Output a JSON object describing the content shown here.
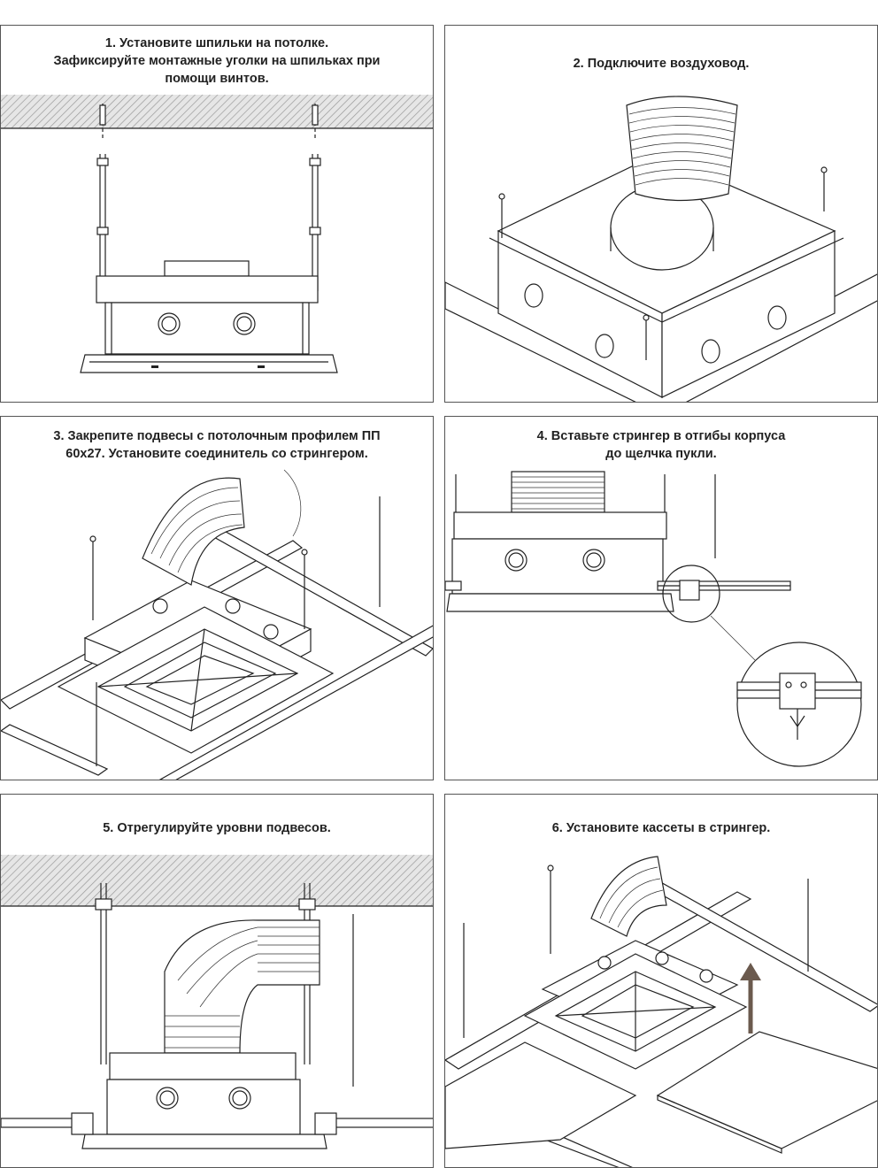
{
  "steps": [
    {
      "lines": [
        "1. Установите шпильки на потолке.",
        "Зафиксируйте монтажные уголки на шпильках при",
        "помощи винтов."
      ]
    },
    {
      "lines": [
        "2. Подключите воздуховод."
      ]
    },
    {
      "lines": [
        "3. Закрепите подвесы с потолочным профилем ПП",
        "60х27. Установите соединитель со стрингером."
      ]
    },
    {
      "lines": [
        "4. Вставьте стрингер в отгибы корпуса",
        "до щелчка пукли."
      ]
    },
    {
      "lines": [
        "5. Отрегулируйте уровни подвесов."
      ]
    },
    {
      "lines": [
        "6. Установите кассеты в стрингер."
      ]
    }
  ],
  "colors": {
    "border": "#555555",
    "line": "#222222",
    "hatch": "#bdbdbd",
    "arrow": "#6b5a4e"
  }
}
